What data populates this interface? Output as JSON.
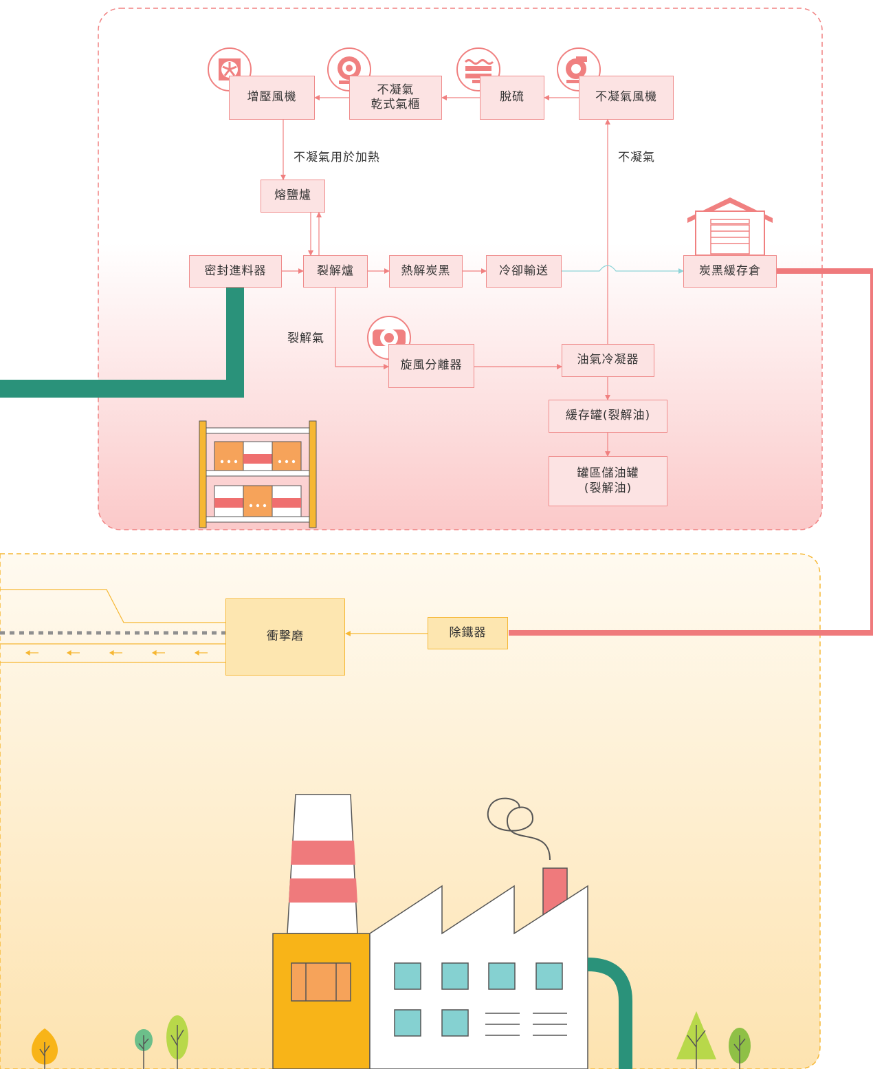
{
  "nodes": {
    "booster_fan": "增壓風機",
    "gas_holder": "不凝氣\n乾式氣櫃",
    "desulfurization": "脫硫",
    "ncg_fan": "不凝氣風機",
    "molten_salt_furnace": "熔鹽爐",
    "sealed_feeder": "密封進料器",
    "pyrolysis_furnace": "裂解爐",
    "pyrolysis_carbon_black": "熱解炭黑",
    "cooling_conveyor": "冷卻輸送",
    "carbon_black_storage": "炭黑緩存倉",
    "cyclone_separator": "旋風分離器",
    "oil_gas_condenser": "油氣冷凝器",
    "buffer_tank": "緩存罐(裂解油)",
    "tank_farm": "罐區儲油罐\n(裂解油)",
    "impact_mill": "衝擊磨",
    "iron_remover": "除鐵器"
  },
  "labels": {
    "ncg_heating": "不凝氣用於加熱",
    "ncg": "不凝氣",
    "pyrolysis_gas": "裂解氣"
  },
  "colors": {
    "pink_line": "#f08080",
    "pink_box": "#fce3e3",
    "yellow_line": "#f6b733",
    "yellow_box": "#fde6b0",
    "green_pipe": "#2a927a",
    "cyan_line": "#8fd4d8",
    "red_pipe": "#ef7a7c"
  },
  "icons": [
    "fan-icon",
    "blower-icon",
    "desulfurization-icon",
    "centrifugal-fan-icon",
    "cyclone-icon",
    "warehouse-icon",
    "storage-rack-icon",
    "factory-icon",
    "tree-icon"
  ]
}
